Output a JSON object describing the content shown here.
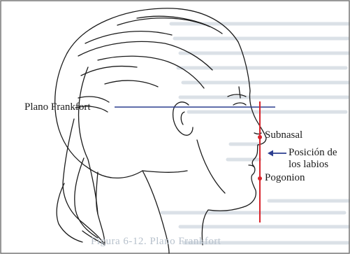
{
  "figure": {
    "labels": {
      "frankfort": "Plano Frankfort",
      "subnasal": "Subnasal",
      "lips_line1": "Posición de",
      "lips_line2": "los labios",
      "pogonion": "Pogonion"
    },
    "caption": "Figura 6-12. Plano Frankfort"
  },
  "colors": {
    "frankfort_line": "#2c3e8f",
    "vertical_line": "#d8242b",
    "ink": "#1a1a1a",
    "show_through_text": "#b7c1cc",
    "background": "#ffffff",
    "frame": "#777777"
  }
}
